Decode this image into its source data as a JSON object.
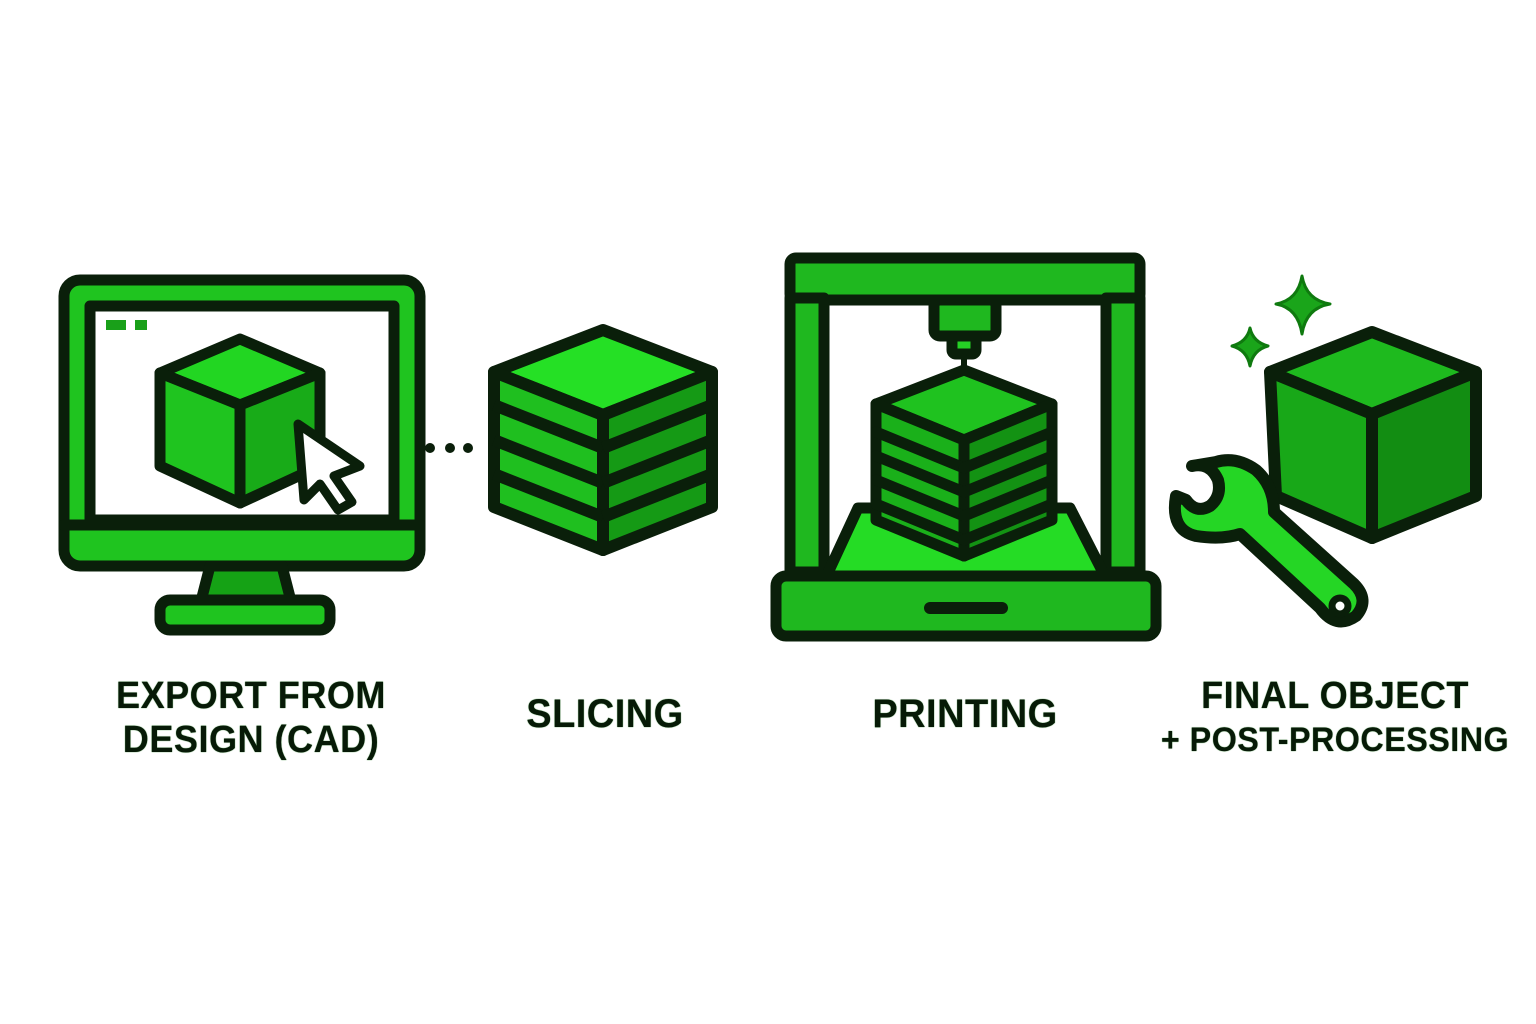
{
  "diagram": {
    "type": "process-flow",
    "colors": {
      "outline": "#0a1f0a",
      "green_bright": "#1fd11f",
      "green_mid": "#19b319",
      "green_dark": "#129412",
      "background": "#ffffff"
    },
    "steps": [
      {
        "id": "export",
        "icon": "monitor-cube-cursor-icon",
        "label_line1": "EXPORT FROM",
        "label_line2": "DESIGN (CAD)"
      },
      {
        "id": "slicing",
        "icon": "sliced-cube-icon",
        "label": "SLICING"
      },
      {
        "id": "printing",
        "icon": "3d-printer-icon",
        "label": "PRINTING"
      },
      {
        "id": "final",
        "icon": "cube-wrench-sparkles-icon",
        "label_line1": "FINAL OBJECT",
        "label_line2": "+ POST-PROCESSING"
      }
    ],
    "connectors": [
      {
        "from": "export",
        "to": "slicing",
        "style": "dotted"
      }
    ]
  }
}
